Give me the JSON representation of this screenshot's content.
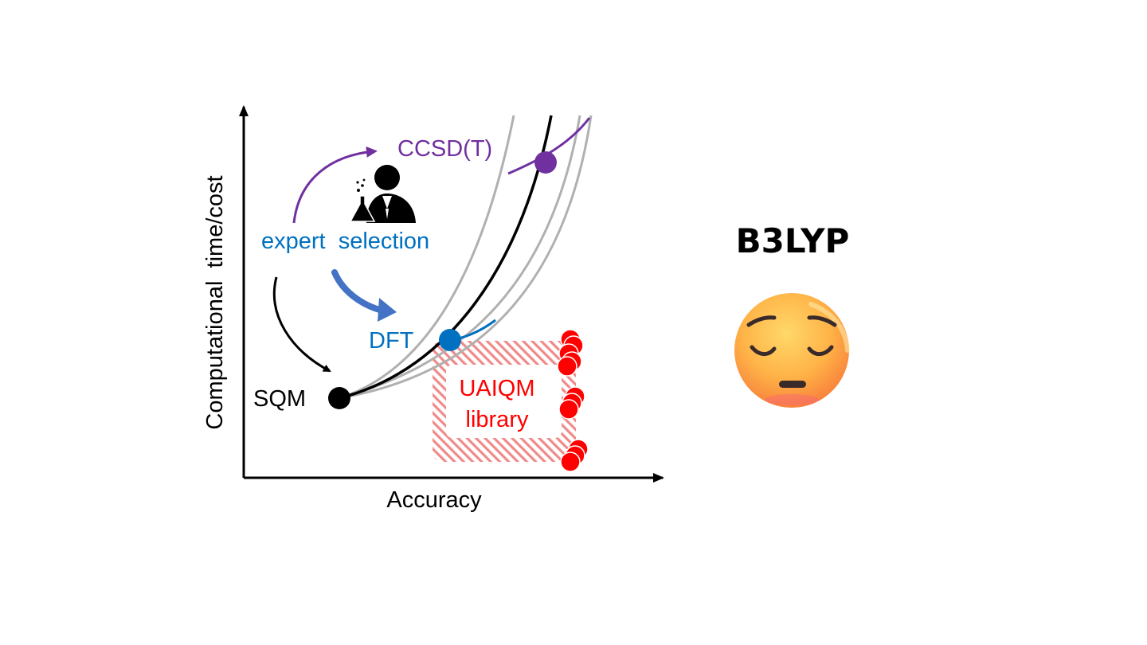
{
  "diagram": {
    "axes": {
      "x_label": "Accuracy",
      "y_label": "Computational  time/cost"
    },
    "methods": {
      "ccsdt": {
        "label": "CCSD(T)",
        "color": "#7030a0"
      },
      "dft": {
        "label": "DFT",
        "color": "#0070c0"
      },
      "sqm": {
        "label": "SQM",
        "color": "#000000"
      }
    },
    "expert_selection": {
      "label": "expert  selection",
      "color": "#0070c0"
    },
    "library": {
      "line1": "UAIQM",
      "line2": "library",
      "color": "#ff0000"
    },
    "icons": {
      "scientist": "scientist-icon"
    }
  },
  "side": {
    "title": "B3LYP",
    "emoji": "pensive-face-icon"
  }
}
